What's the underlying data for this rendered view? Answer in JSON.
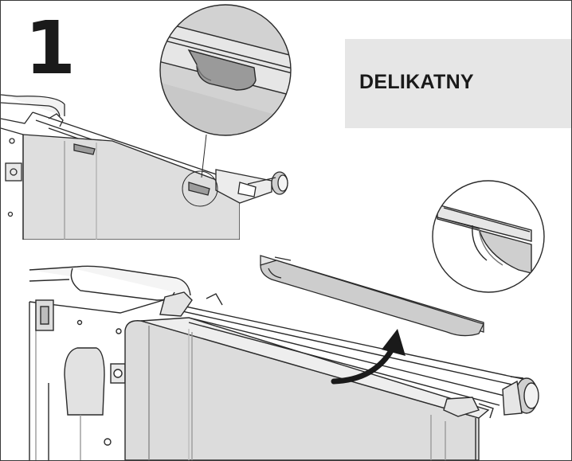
{
  "step": {
    "number": "1"
  },
  "label": {
    "text": "DELIKATNY"
  },
  "colors": {
    "line": "#2a2a2a",
    "panel_light": "#e8e8e8",
    "panel_mid": "#d4d4d4",
    "panel_dark": "#bfbfbf",
    "label_bg": "#e6e6e6"
  },
  "icons": [
    "zoom-circle-detail",
    "curved-arrow-icon",
    "screw-icon"
  ]
}
